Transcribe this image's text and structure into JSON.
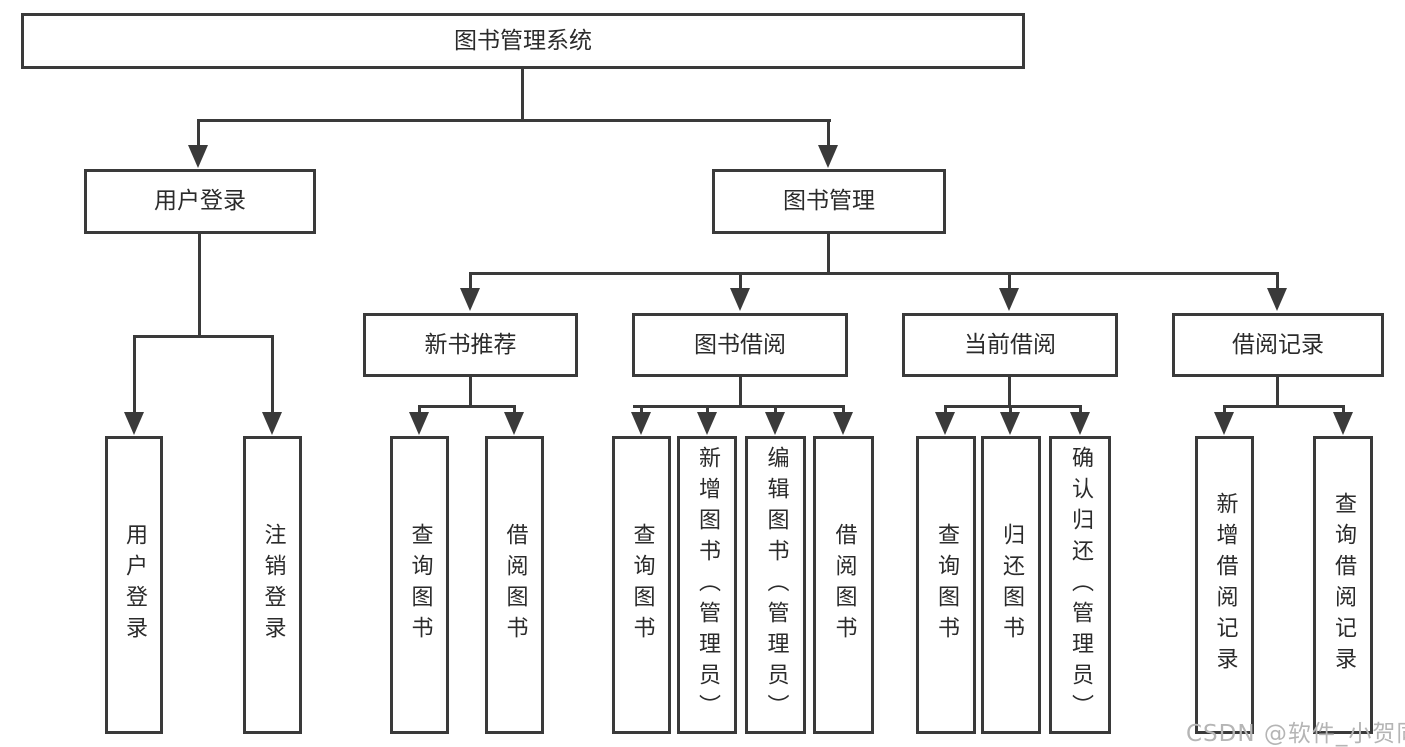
{
  "diagram": {
    "watermark": "CSDN @软件_小贺同学",
    "colors": {
      "line": "#3a3a3a",
      "text": "#2b2b2b",
      "background": "#ffffff",
      "watermark": "#b5b5b5"
    },
    "tree": {
      "label": "图书管理系统",
      "children": [
        {
          "label": "用户登录",
          "children": [
            {
              "label": "用户登录"
            },
            {
              "label": "注销登录"
            }
          ]
        },
        {
          "label": "图书管理",
          "children": [
            {
              "label": "新书推荐",
              "children": [
                {
                  "label": "查询图书"
                },
                {
                  "label": "借阅图书"
                }
              ]
            },
            {
              "label": "图书借阅",
              "children": [
                {
                  "label": "查询图书"
                },
                {
                  "label": "新增图书（管理员）"
                },
                {
                  "label": "编辑图书（管理员）"
                },
                {
                  "label": "借阅图书"
                }
              ]
            },
            {
              "label": "当前借阅",
              "children": [
                {
                  "label": "查询图书"
                },
                {
                  "label": "归还图书"
                },
                {
                  "label": "确认归还（管理员）"
                }
              ]
            },
            {
              "label": "借阅记录",
              "children": [
                {
                  "label": "新增借阅记录"
                },
                {
                  "label": "查询借阅记录"
                }
              ]
            }
          ]
        }
      ]
    }
  }
}
